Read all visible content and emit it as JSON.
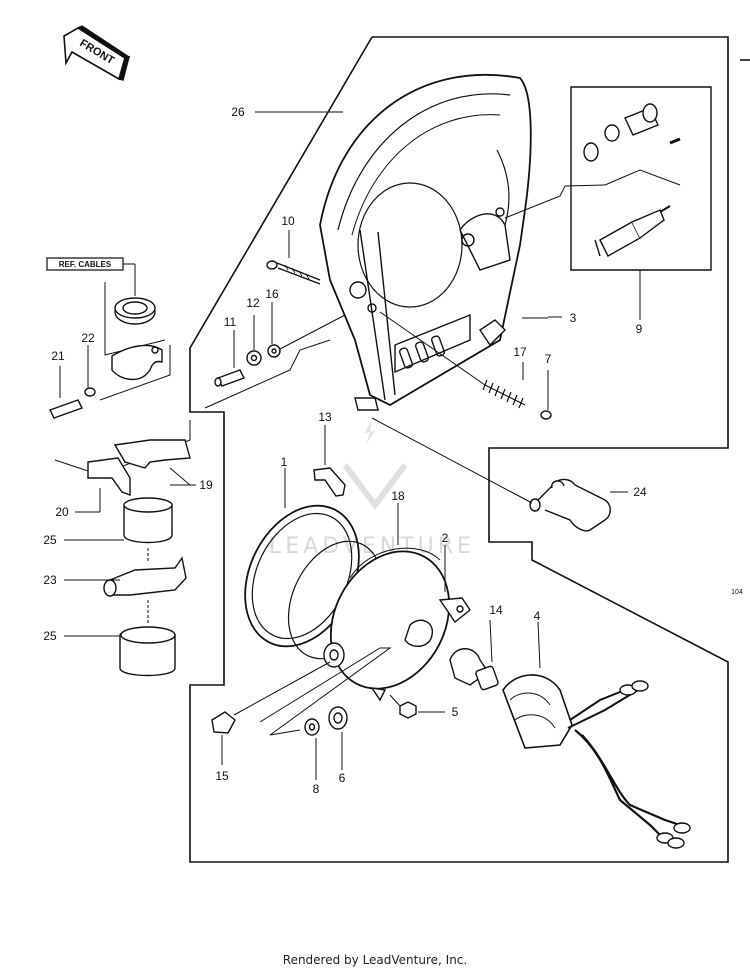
{
  "front_arrow_label": "FRONT",
  "ref_cables_label": "REF. CABLES",
  "watermark_text": "LEADVENTURE",
  "side_code": "104",
  "footer": "Rendered by LeadVenture, Inc.",
  "callouts": {
    "c1": "1",
    "c2": "2",
    "c3": "3",
    "c4": "4",
    "c5": "5",
    "c6": "6",
    "c7": "7",
    "c8": "8",
    "c9": "9",
    "c10": "10",
    "c11": "11",
    "c12": "12",
    "c13": "13",
    "c14": "14",
    "c15": "15",
    "c16": "16",
    "c17": "17",
    "c18": "18",
    "c19": "19",
    "c20": "20",
    "c21": "21",
    "c22": "22",
    "c23": "23",
    "c24": "24",
    "c25a": "25",
    "c25b": "25",
    "c26": "26"
  },
  "colors": {
    "ink": "#111111",
    "watermark": "#d8d8d8",
    "background": "#ffffff"
  }
}
